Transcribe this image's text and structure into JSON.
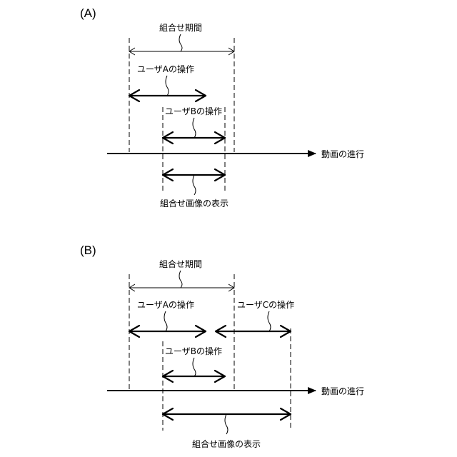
{
  "diagram_a": {
    "panel_label": "(A)",
    "combination_period": "組合せ期間",
    "user_a_operation": "ユーザAの操作",
    "user_b_operation": "ユーザBの操作",
    "video_progress": "動画の進行",
    "combined_image_display": "組合せ画像の表示"
  },
  "diagram_b": {
    "panel_label": "(B)",
    "combination_period": "組合せ期間",
    "user_a_operation": "ユーザAの操作",
    "user_c_operation": "ユーザCの操作",
    "user_b_operation": "ユーザBの操作",
    "video_progress": "動画の進行",
    "combined_image_display": "組合せ画像の表示"
  }
}
